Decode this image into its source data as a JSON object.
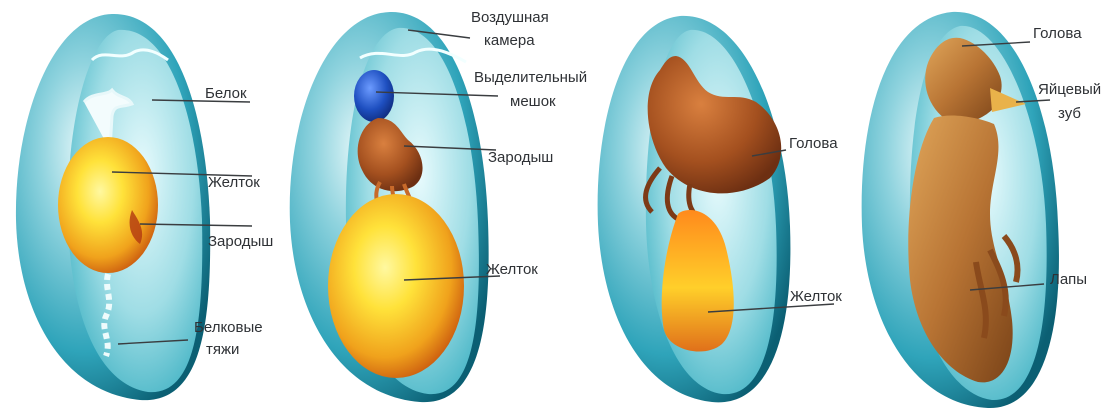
{
  "colors": {
    "shell_light": "#cdeef2",
    "shell_mid": "#48b7c8",
    "shell_dark": "#0b6f84",
    "albumen": "#a9e0e6",
    "yolk_light": "#fff05a",
    "yolk_dark": "#d96a12",
    "embryo": "#a4501f",
    "sac_blue": "#1e4fc0",
    "label_text": "#2f3236"
  },
  "stages": [
    {
      "stage": 1,
      "labels": [
        {
          "key": "belok",
          "lines": [
            "Белок"
          ]
        },
        {
          "key": "zheltok",
          "lines": [
            "Желток"
          ]
        },
        {
          "key": "zarodysh",
          "lines": [
            "Зародыш"
          ]
        },
        {
          "key": "belkovye_tyazhi",
          "lines": [
            "Белковые",
            "тяжи"
          ]
        }
      ]
    },
    {
      "stage": 2,
      "labels": [
        {
          "key": "vozdushnaya_kamera",
          "lines": [
            "Воздушная",
            "камера"
          ]
        },
        {
          "key": "vydelitelny_meshok",
          "lines": [
            "Выделительный",
            "мешок"
          ]
        },
        {
          "key": "zarodysh",
          "lines": [
            "Зародыш"
          ]
        },
        {
          "key": "zheltok",
          "lines": [
            "Желток"
          ]
        }
      ]
    },
    {
      "stage": 3,
      "labels": [
        {
          "key": "golova",
          "lines": [
            "Голова"
          ]
        },
        {
          "key": "zheltok",
          "lines": [
            "Желток"
          ]
        }
      ]
    },
    {
      "stage": 4,
      "labels": [
        {
          "key": "golova",
          "lines": [
            "Голова"
          ]
        },
        {
          "key": "yaitsevy_zub",
          "lines": [
            "Яйцевый",
            "зуб"
          ]
        },
        {
          "key": "lapy",
          "lines": [
            "Лапы"
          ]
        }
      ]
    }
  ]
}
